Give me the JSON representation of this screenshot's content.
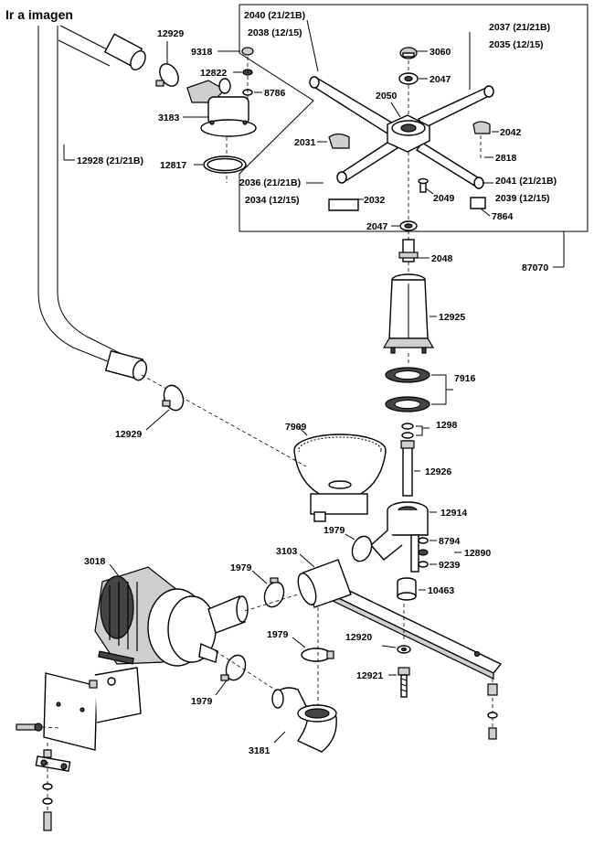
{
  "link": {
    "label": "Ir a imagen"
  },
  "labels": {
    "l12929a": "12929",
    "l9318": "9318",
    "l12822": "12822",
    "l8786": "8786",
    "l3183": "3183",
    "l12817": "12817",
    "l12928": "12928 (21/21B)",
    "l2040": "2040 (21/21B)",
    "l2038": "2038 (12/15)",
    "l3060": "3060",
    "l2037": "2037 (21/21B)",
    "l2035": "2035 (12/15)",
    "l2047a": "2047",
    "l2050": "2050",
    "l2042": "2042",
    "l2031": "2031",
    "l2818": "2818",
    "l2036": "2036 (21/21B)",
    "l2034": "2034 (12/15)",
    "l2032": "2032",
    "l2049": "2049",
    "l2041": "2041 (21/21B)",
    "l2039": "2039 (12/15)",
    "l7864": "7864",
    "l2047b": "2047",
    "l2048": "2048",
    "l87070": "87070",
    "l12925": "12925",
    "l7916": "7916",
    "l1298": "1298",
    "l7909": "7909",
    "l12929b": "12929",
    "l12926": "12926",
    "l12914": "12914",
    "l1979a": "1979",
    "l8794": "8794",
    "l12890": "12890",
    "l9239": "9239",
    "l3018": "3018",
    "l1979b": "1979",
    "l3103": "3103",
    "l10463": "10463",
    "l1979c": "1979",
    "l12920": "12920",
    "l12921": "12921",
    "l1979d": "1979",
    "l3181": "3181"
  }
}
